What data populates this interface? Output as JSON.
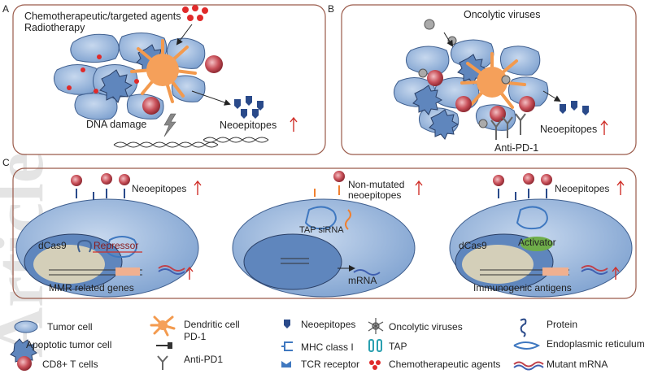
{
  "watermark": "Article",
  "panel_a": {
    "letter": "A",
    "agents_line1": "Chemotherapeutic/targeted agents",
    "agents_line2": "Radiotherapy",
    "dna_damage": "DNA damage",
    "neoepitopes": "Neoepitopes"
  },
  "panel_b": {
    "letter": "B",
    "oncolytic": "Oncolytic viruses",
    "neoepitopes": "Neoepitopes",
    "anti_pd1": "Anti-PD-1"
  },
  "panel_c": {
    "letter": "C",
    "left": {
      "neoepitopes": "Neoepitopes",
      "dcas9": "dCas9",
      "repressor": "Repressor",
      "genes": "MMR related genes"
    },
    "middle": {
      "label_line1": "Non-mutated",
      "label_line2": "neoepitopes",
      "sirna": "TAP siRNA",
      "mrna": "mRNA"
    },
    "right": {
      "neoepitopes": "Neoepitopes",
      "dcas9": "dCas9",
      "activator": "Activator",
      "antigens": "Immunogenic antigens"
    }
  },
  "legend": {
    "tumor_cell": "Tumor cell",
    "apoptotic": "Apoptotic tumor cell",
    "cd8": "CD8+ T cells",
    "dendritic": "Dendritic cell",
    "pd1": "PD-1",
    "anti_pd1": "Anti-PD1",
    "neoepitopes": "Neoepitopes",
    "mhc": "MHC class I",
    "tcr": "TCR receptor",
    "oncolytic": "Oncolytic viruses",
    "tap": "TAP",
    "chemo": "Chemotherapeutic agents",
    "protein": "Protein",
    "er": "Endoplasmic reticulum",
    "mrna": "Mutant mRNA"
  },
  "colors": {
    "cell_fill": "#8fb0d9",
    "cell_stroke": "#3f5f8f",
    "nucleus": "#5f86bd",
    "panel_border": "#9a5a4a",
    "tcell": "#c9515a",
    "chemo_dot": "#e02a2a",
    "dendritic": "#f5a05a",
    "arrow_up": "#d0302a",
    "neoepitope": "#2a4a8a"
  }
}
